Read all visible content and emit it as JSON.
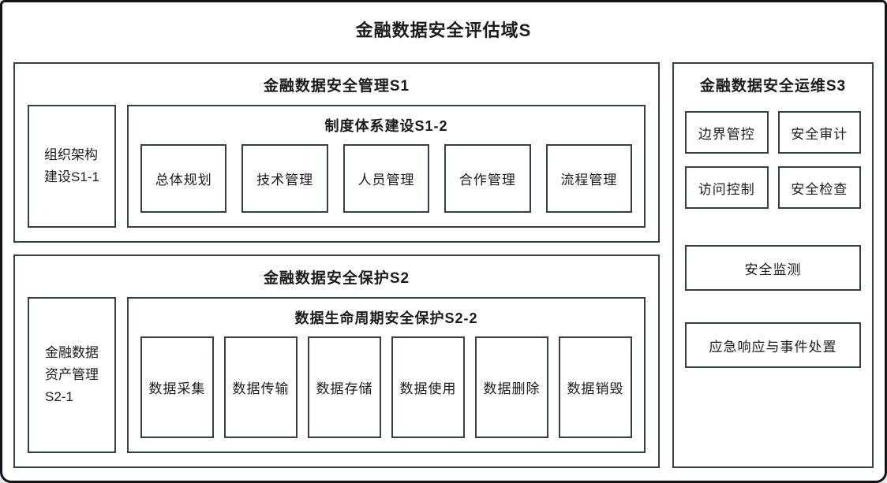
{
  "title": "金融数据安全评估域S",
  "s1": {
    "title": "金融数据安全管理S1",
    "left": "组织架构\n建设S1-1",
    "sub": {
      "title": "制度体系建设S1-2",
      "items": [
        "总体规划",
        "技术管理",
        "人员管理",
        "合作管理",
        "流程管理"
      ]
    }
  },
  "s2": {
    "title": "金融数据安全保护S2",
    "left": "金融数据\n资产管理\nS2-1",
    "sub": {
      "title": "数据生命周期安全保护S2-2",
      "items": [
        "数据采集",
        "数据传输",
        "数据存储",
        "数据使用",
        "数据删除",
        "数据销毁"
      ]
    }
  },
  "s3": {
    "title": "金融数据安全运维S3",
    "grid": [
      "边界管控",
      "安全审计",
      "访问控制",
      "安全检查"
    ],
    "full": [
      "安全监测",
      "应急响应与事件处置"
    ]
  }
}
